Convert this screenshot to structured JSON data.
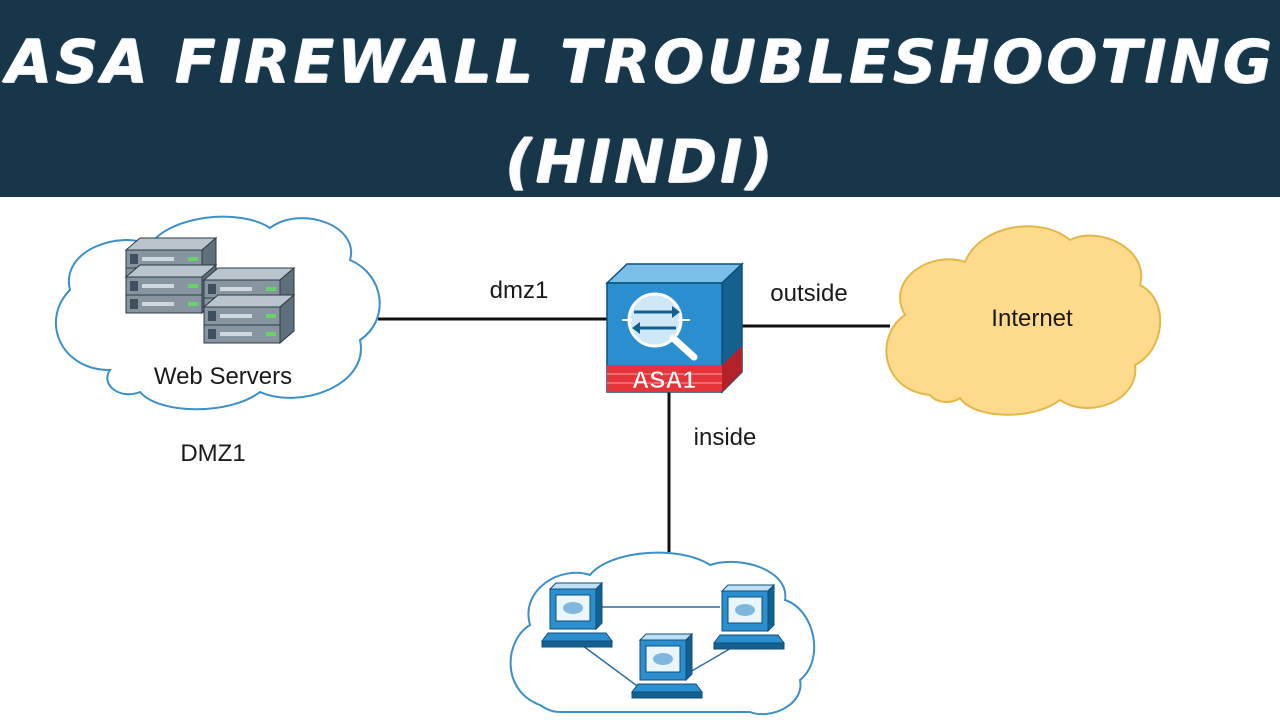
{
  "banner": {
    "title_line1": "ASA Firewall Troubleshooting",
    "title_line2": "(Hindi)"
  },
  "diagram": {
    "firewall": {
      "label": "ASA1",
      "icon": "firewall-icon"
    },
    "interfaces": {
      "dmz": "dmz1",
      "outside": "outside",
      "inside": "inside"
    },
    "dmz_cloud": {
      "label": "Web Servers",
      "zone_label": "DMZ1",
      "icon": "server-rack-icon"
    },
    "internet_cloud": {
      "label": "Internet"
    },
    "inside_cloud": {
      "icon": "workstation-icon"
    }
  },
  "colors": {
    "banner_bg": "#17364a",
    "firewall_blue": "#2b8fcf",
    "firewall_red": "#e5333a",
    "internet_fill": "#fdda8c",
    "cloud_stroke": "#3c8fc8"
  }
}
